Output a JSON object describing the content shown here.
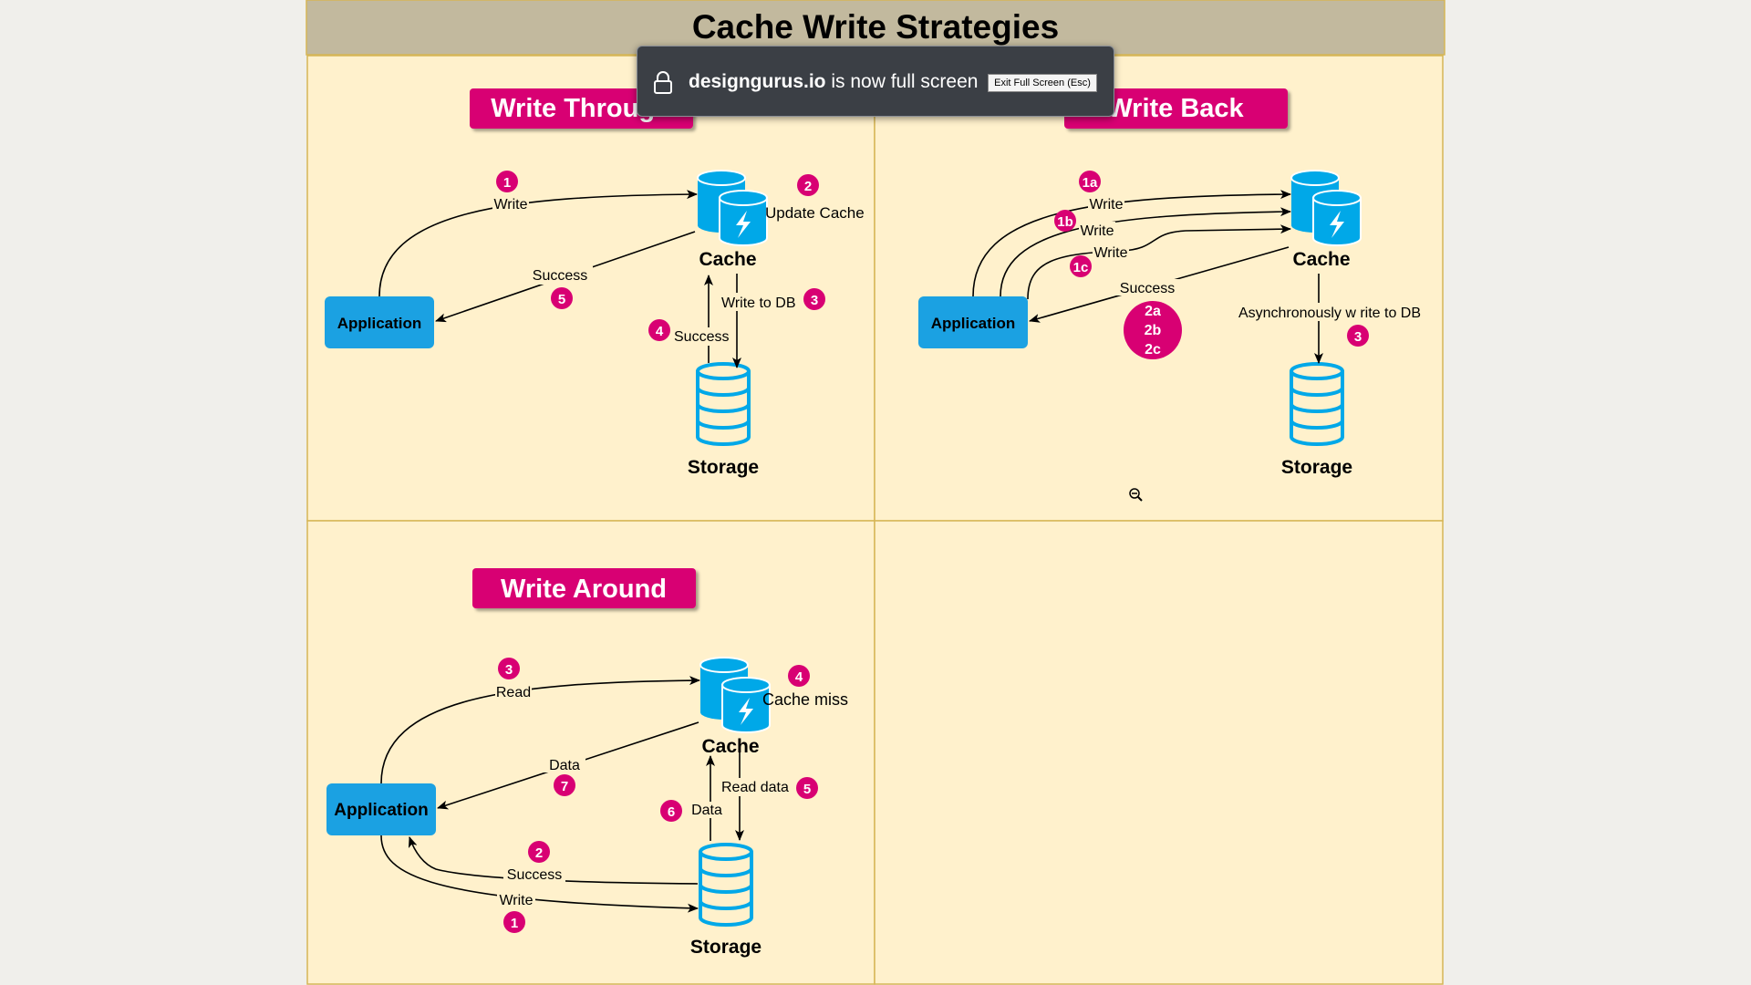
{
  "title": "Cache Write Strategies",
  "colors": {
    "page_bg": "#f0efeb",
    "title_bar": "#c2b99e",
    "panel_bg": "#fff1cc",
    "panel_border": "#d6b656",
    "heading_fill": "#d80073",
    "node_fill": "#1ba1e2",
    "icon_blue": "#00a8e8",
    "badge_fill": "#d80073",
    "arrow": "#000000"
  },
  "fullscreen_notice": {
    "domain": "designgurus.io",
    "message": "is now full screen",
    "button_label": "Exit Full Screen (Esc)"
  },
  "write_through": {
    "heading": "Write Through",
    "application": "Application",
    "cache": "Cache",
    "storage": "Storage",
    "edges": {
      "write": "Write",
      "update_cache": "Update Cache",
      "write_to_db": "Write to DB",
      "storage_success": "Success",
      "app_success": "Success"
    },
    "steps": {
      "write": "1",
      "update_cache": "2",
      "write_to_db": "3",
      "storage_success": "4",
      "app_success": "5"
    }
  },
  "write_back": {
    "heading": "Write Back",
    "application": "Application",
    "cache": "Cache",
    "storage": "Storage",
    "edges": {
      "write_a": "Write",
      "write_b": "Write",
      "write_c": "Write",
      "success": "Success",
      "async_write": "Asynchronously w rite to DB"
    },
    "steps": {
      "write_a": "1a",
      "write_b": "1b",
      "write_c": "1c",
      "success": [
        "2a",
        "2b",
        "2c"
      ],
      "async_write": "3"
    }
  },
  "write_around": {
    "heading": "Write Around",
    "application": "Application",
    "cache": "Cache",
    "storage": "Storage",
    "edges": {
      "write": "Write",
      "storage_success": "Success",
      "read": "Read",
      "cache_miss": "Cache miss",
      "read_data": "Read data",
      "storage_data": "Data",
      "app_data": "Data"
    },
    "steps": {
      "write": "1",
      "storage_success": "2",
      "read": "3",
      "cache_miss": "4",
      "read_data": "5",
      "storage_data": "6",
      "app_data": "7"
    }
  },
  "icons": [
    "lock-icon",
    "cache-icon",
    "database-icon",
    "zoom-out-icon"
  ]
}
